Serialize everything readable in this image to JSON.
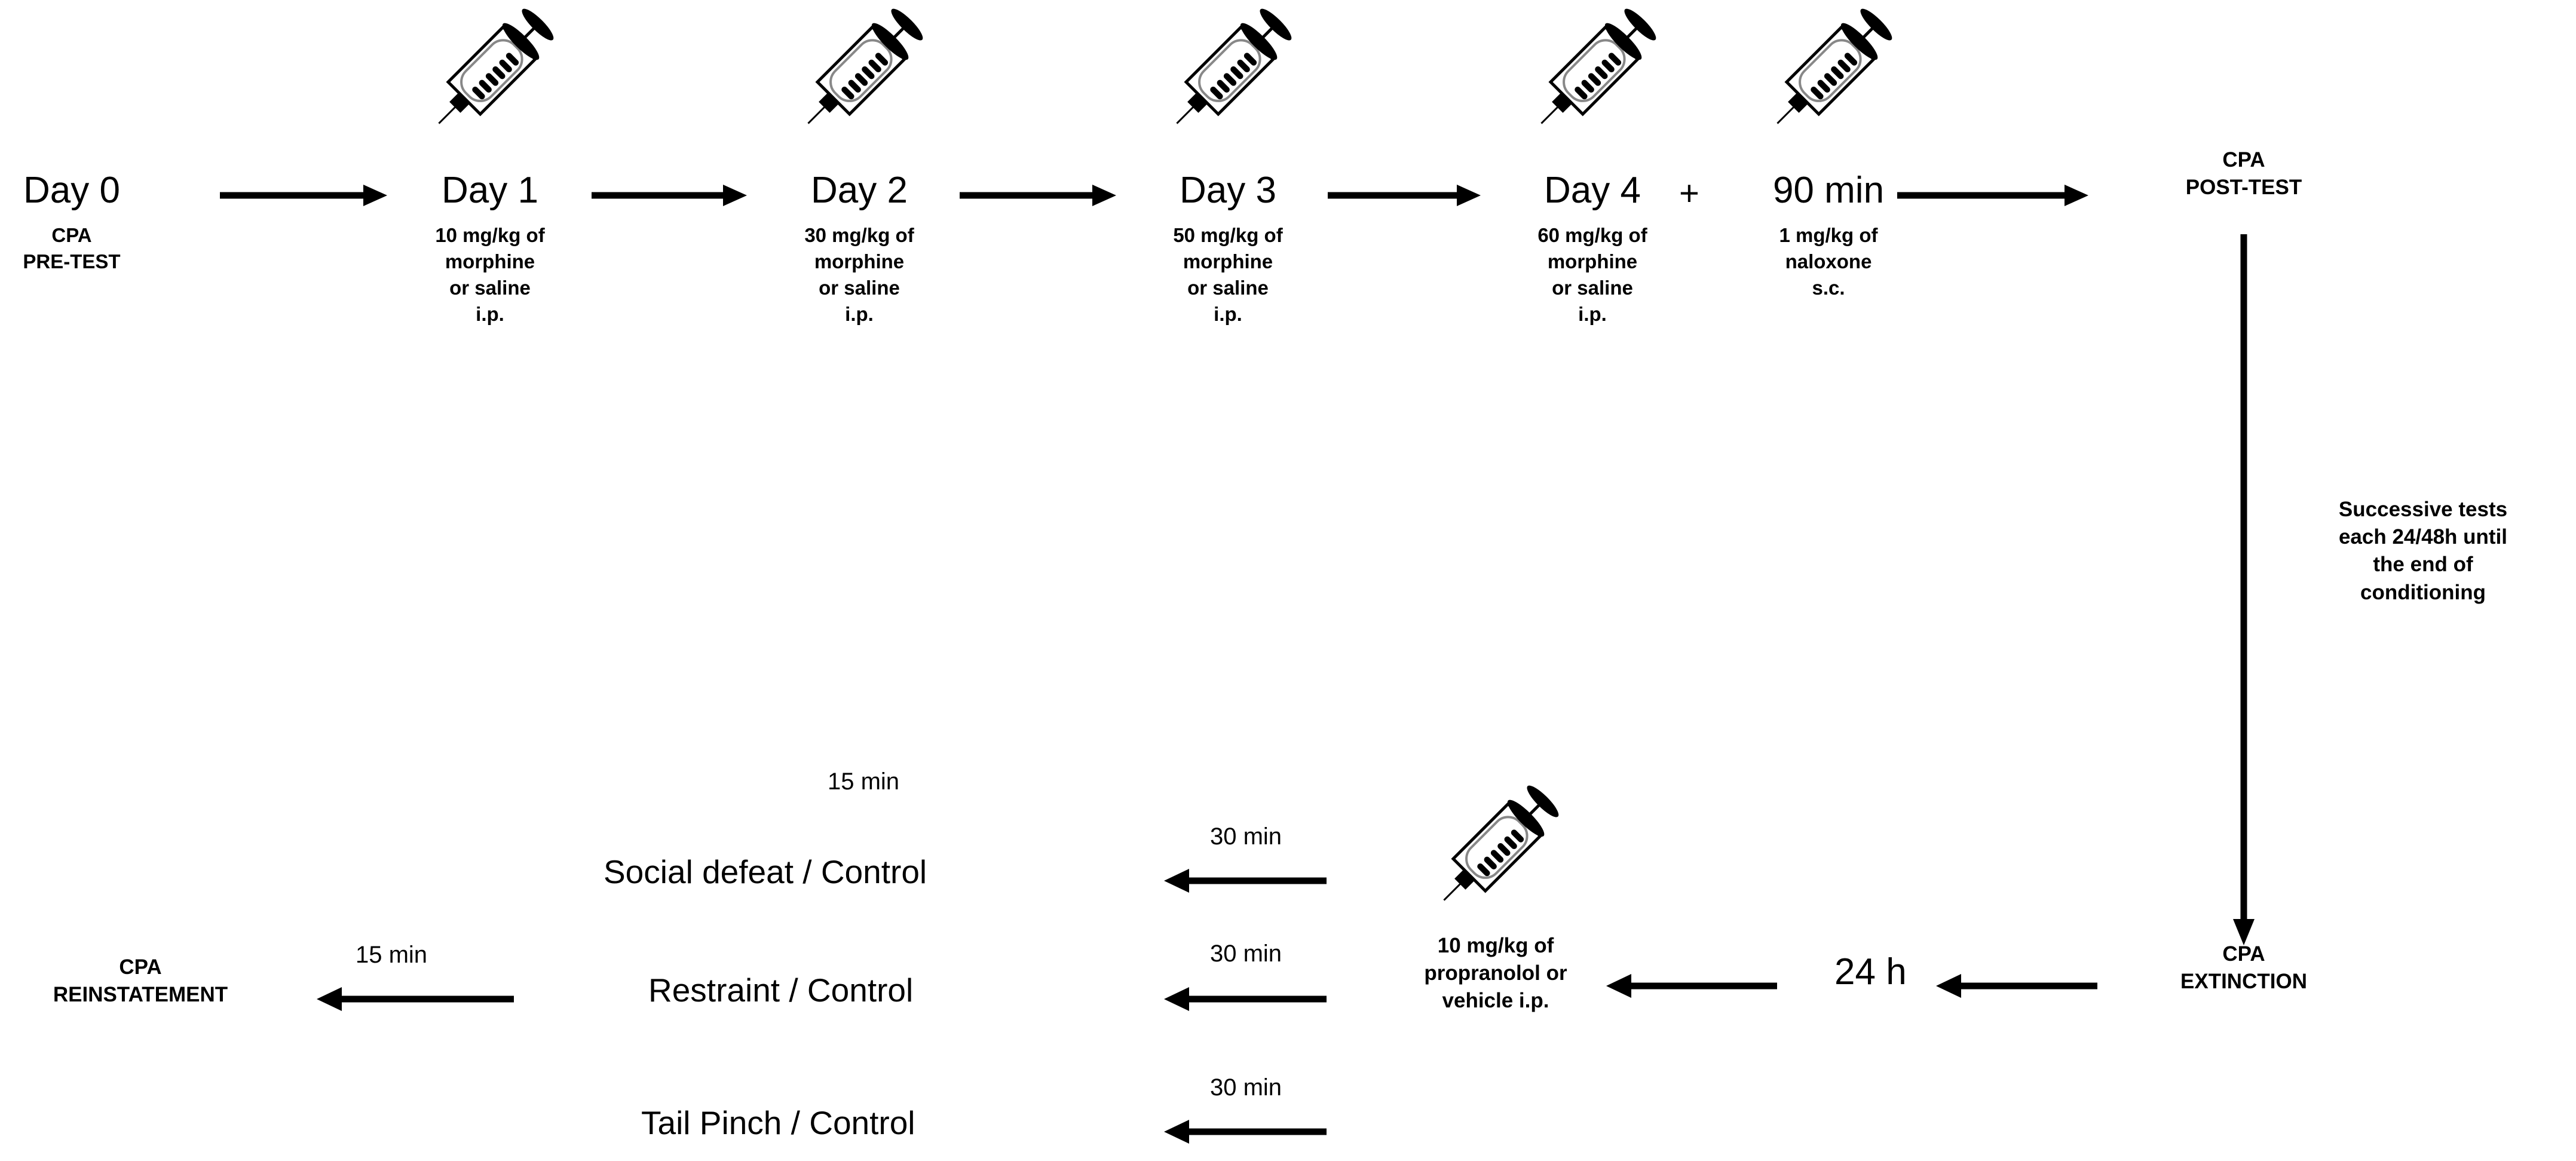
{
  "figure": {
    "type": "experimental-timeline-diagram",
    "background": "#ffffff",
    "ink": "#000000"
  },
  "top_row": {
    "nodes": [
      {
        "title": "Day 0",
        "sub": "CPA\nPRE-TEST",
        "sub_bold": true,
        "syringe": false
      },
      {
        "title": "Day 1",
        "sub": "10 mg/kg of\nmorphine\nor saline\ni.p.",
        "sub_bold": true,
        "syringe": true
      },
      {
        "title": "Day 2",
        "sub": "30 mg/kg of\nmorphine\nor saline\ni.p.",
        "sub_bold": true,
        "syringe": true
      },
      {
        "title": "Day 3",
        "sub": "50 mg/kg of\nmorphine\nor saline\ni.p.",
        "sub_bold": true,
        "syringe": true
      },
      {
        "title": "Day 4",
        "sub": "60 mg/kg of\nmorphine\nor saline\ni.p.",
        "sub_bold": true,
        "syringe": true
      },
      {
        "title": "90 min",
        "sub": "1 mg/kg of\nnaloxone\ns.c.",
        "sub_bold": true,
        "syringe": true
      }
    ],
    "plus_symbol": "+",
    "terminal": "CPA\nPOST-TEST"
  },
  "vertical_branch": {
    "note": "Successive tests\neach 24/48h until\nthe end of\nconditioning",
    "target": "CPA\nEXTINCTION"
  },
  "bottom_row": {
    "interval_24h": "24 h",
    "drug": "10 mg/kg of\npropranolol or\nvehicle i.p.",
    "stressor_delay": "30 min",
    "stressors": [
      "Social defeat / Control",
      "Restraint / Control",
      "Tail Pinch / Control"
    ],
    "stressor_delays": [
      "30 min",
      "30 min",
      "30 min"
    ],
    "post_stress_delay": "15 min",
    "reinstatement_delay": "15 min",
    "reinstatement": "CPA\nREINSTATEMENT"
  },
  "icons": {
    "syringe": "syringe-icon",
    "arrow_right": "arrow-right-icon",
    "arrow_left": "arrow-left-icon",
    "arrow_down": "arrow-down-icon"
  }
}
